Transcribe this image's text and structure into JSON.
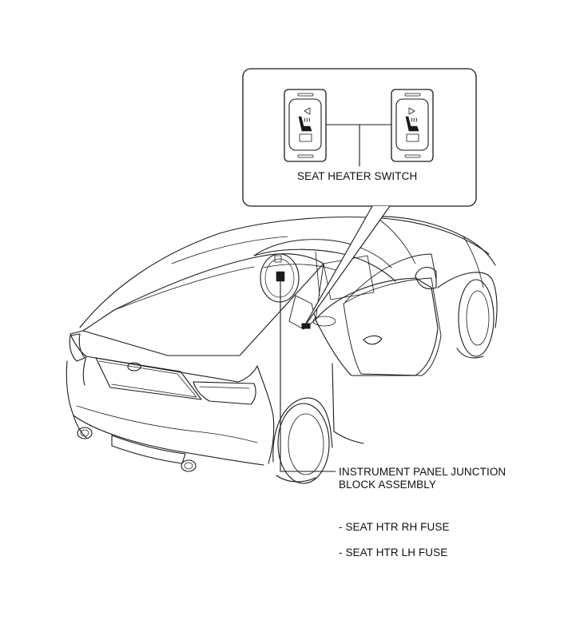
{
  "callout": {
    "switch_label": "SEAT HEATER SWITCH"
  },
  "component": {
    "line1": "INSTRUMENT PANEL JUNCTION",
    "line2": "BLOCK ASSEMBLY"
  },
  "fuses": [
    "- SEAT HTR RH FUSE",
    "- SEAT HTR LH FUSE"
  ],
  "colors": {
    "line": "#1a1a1a",
    "background": "#ffffff"
  }
}
